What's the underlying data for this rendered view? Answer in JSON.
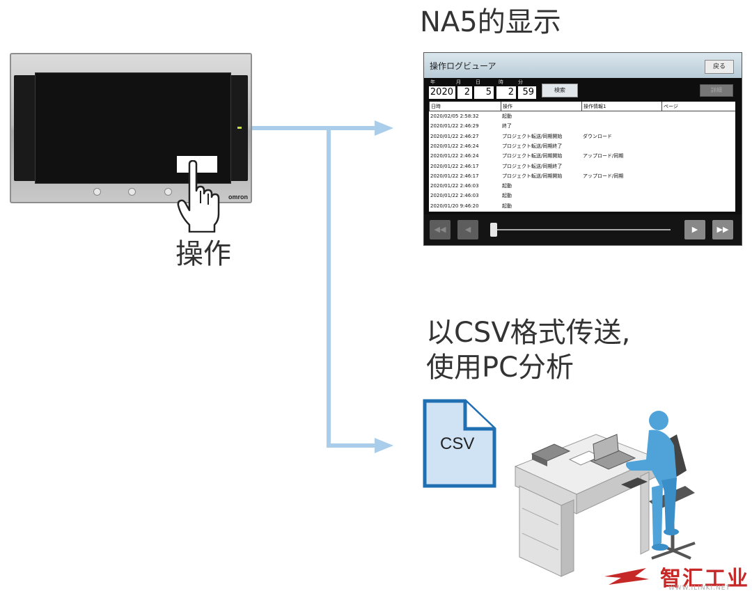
{
  "left": {
    "device_logo": "omron",
    "operation_label": "操作"
  },
  "headings": {
    "na5_display": "NA5的显示",
    "csv_line1": "以CSV格式传送,",
    "csv_line2": "使用PC分析"
  },
  "viewer": {
    "title": "操作ログビューア",
    "back_button": "戻る",
    "labels": {
      "year": "年",
      "month": "月",
      "day": "日",
      "hour": "時",
      "minute": "分"
    },
    "values": {
      "year": "2020",
      "month": "2",
      "day": "5",
      "hour": "2",
      "minute": "59"
    },
    "search_button": "検索",
    "detail_button": "詳細",
    "columns": [
      "日時",
      "操作",
      "操作情報1",
      "ページ"
    ],
    "rows": [
      [
        "2020/02/05 2:58:32",
        "起動",
        "",
        ""
      ],
      [
        "2020/01/22 2:46:29",
        "終了",
        "",
        ""
      ],
      [
        "2020/01/22 2:46:27",
        "プロジェクト転送/同期開始",
        "ダウンロード",
        ""
      ],
      [
        "2020/01/22 2:46:24",
        "プロジェクト転送/同期終了",
        "",
        ""
      ],
      [
        "2020/01/22 2:46:24",
        "プロジェクト転送/同期開始",
        "アップロード/同期",
        ""
      ],
      [
        "2020/01/22 2:46:17",
        "プロジェクト転送/同期終了",
        "",
        ""
      ],
      [
        "2020/01/22 2:46:17",
        "プロジェクト転送/同期開始",
        "アップロード/同期",
        ""
      ],
      [
        "2020/01/22 2:46:03",
        "起動",
        "",
        ""
      ],
      [
        "2020/01/22 2:46:03",
        "起動",
        "",
        ""
      ],
      [
        "2020/01/20 9:46:20",
        "起動",
        "",
        ""
      ]
    ],
    "nav": {
      "first": "◀◀",
      "prev": "◀",
      "next": "▶",
      "last": "▶▶"
    }
  },
  "csv": {
    "label": "CSV"
  },
  "watermark": {
    "main": "智汇工业",
    "sub": "WWW.ILINKI.NET"
  },
  "colors": {
    "arrow": "#a9cdea",
    "csv_border": "#1f6fb2",
    "csv_fill": "#cfe3f5",
    "figure": "#4fa3d9"
  }
}
